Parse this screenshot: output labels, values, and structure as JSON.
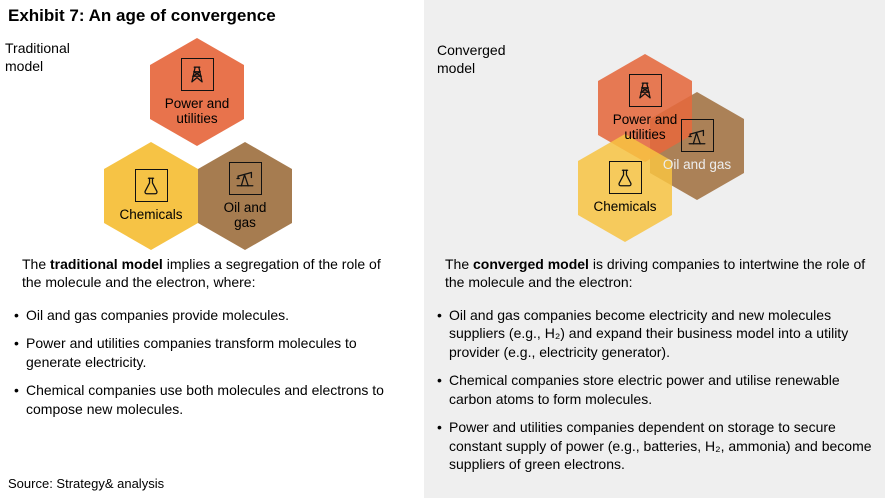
{
  "title": "Exhibit 7: An age of convergence",
  "source": "Source: Strategy& analysis",
  "bullet_char": "•",
  "colors": {
    "panel_bg": "#EFEFEF",
    "power": "#E8734C",
    "chemicals": "#F6C345",
    "oil": "#A67C50",
    "power_overlay": "rgba(229,105,62,0.88)",
    "chemicals_overlay": "rgba(247,195,66,0.85)",
    "oil_overlay": "rgba(167,122,78,0.95)",
    "oil_label_converged": "#EDEDED"
  },
  "icons": {
    "power": "transmission-tower-icon",
    "chemicals": "chemistry-flask-icon",
    "oil": "oil-pump-jack-icon"
  },
  "traditional": {
    "label": "Traditional\nmodel",
    "hex_power": "Power and\nutilities",
    "hex_chemicals": "Chemicals",
    "hex_oil": "Oil and\ngas",
    "intro_pre": "The ",
    "intro_bold": "traditional model",
    "intro_post": " implies a segregation of the role of the molecule and the electron, where:",
    "bullets": [
      "Oil and gas companies provide molecules.",
      "Power and utilities companies transform molecules to generate electricity.",
      "Chemical companies use both molecules and electrons to compose new molecules."
    ]
  },
  "converged": {
    "label": "Converged\nmodel",
    "hex_power": "Power and\nutilities",
    "hex_chemicals": "Chemicals",
    "hex_oil": "Oil and gas",
    "intro_pre": "The ",
    "intro_bold": "converged model",
    "intro_post": " is driving companies to intertwine the role of the molecule and the electron:",
    "bullets": [
      "Oil and gas companies become electricity and new molecules suppliers (e.g., H₂) and expand their business model into a utility provider (e.g., electricity generator).",
      "Chemical companies store electric power and utilise renewable carbon atoms to form molecules.",
      "Power and utilities companies dependent on storage to secure constant supply of power (e.g., batteries, H₂, ammonia) and become suppliers of green electrons."
    ]
  }
}
